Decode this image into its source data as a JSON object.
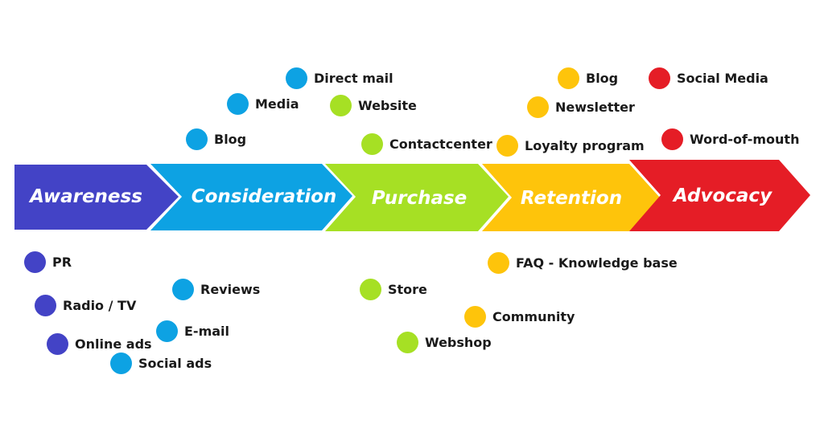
{
  "colors": {
    "awareness": "#4343c6",
    "consideration": "#0da2e3",
    "purchase": "#a6e024",
    "retention": "#fec40b",
    "advocacy": "#e51d26"
  },
  "stages": [
    {
      "id": "awareness",
      "label": "Awareness"
    },
    {
      "id": "consideration",
      "label": "Consideration"
    },
    {
      "id": "purchase",
      "label": "Purchase"
    },
    {
      "id": "retention",
      "label": "Retention"
    },
    {
      "id": "advocacy",
      "label": "Advocacy"
    }
  ],
  "touchpoints": [
    {
      "stage": "awareness",
      "label": "PR"
    },
    {
      "stage": "awareness",
      "label": "Radio / TV"
    },
    {
      "stage": "awareness",
      "label": "Online ads"
    },
    {
      "stage": "consideration",
      "label": "Direct mail"
    },
    {
      "stage": "consideration",
      "label": "Media"
    },
    {
      "stage": "consideration",
      "label": "Blog"
    },
    {
      "stage": "consideration",
      "label": "Reviews"
    },
    {
      "stage": "consideration",
      "label": "E-mail"
    },
    {
      "stage": "consideration",
      "label": "Social ads"
    },
    {
      "stage": "purchase",
      "label": "Website"
    },
    {
      "stage": "purchase",
      "label": "Contactcenter"
    },
    {
      "stage": "purchase",
      "label": "Store"
    },
    {
      "stage": "purchase",
      "label": "Webshop"
    },
    {
      "stage": "retention",
      "label": "Blog"
    },
    {
      "stage": "retention",
      "label": "Newsletter"
    },
    {
      "stage": "retention",
      "label": "Loyalty program"
    },
    {
      "stage": "retention",
      "label": "FAQ - Knowledge base"
    },
    {
      "stage": "retention",
      "label": "Community"
    },
    {
      "stage": "advocacy",
      "label": "Social Media"
    },
    {
      "stage": "advocacy",
      "label": "Word-of-mouth"
    }
  ]
}
